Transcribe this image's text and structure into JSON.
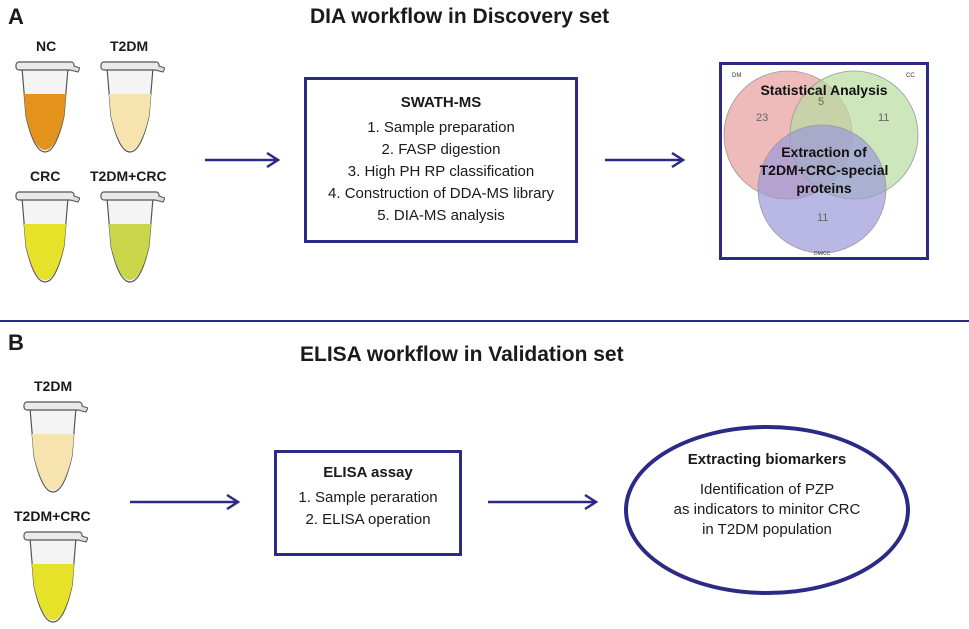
{
  "panel_a": {
    "letter": "A",
    "title": "DIA workflow in Discovery set",
    "tubes": [
      {
        "label": "NC",
        "color": "#e3921c"
      },
      {
        "label": "T2DM",
        "color": "#f6e3ae"
      },
      {
        "label": "CRC",
        "color": "#e6e22a"
      },
      {
        "label": "T2DM+CRC",
        "color": "#c9d649"
      }
    ],
    "swath_box": {
      "title": "SWATH-MS",
      "steps": [
        "1. Sample preparation",
        "2. FASP digestion",
        "3. High PH RP classification",
        "4. Construction of DDA-MS library",
        "5. DIA-MS analysis"
      ]
    },
    "venn": {
      "set_labels": [
        "DM",
        "CC",
        "DM/CC"
      ],
      "counts": [
        "23",
        "5",
        "11",
        "11"
      ],
      "title1": "Statistical Analysis",
      "title2_lines": [
        "Extraction of",
        "T2DM+CRC-special",
        "proteins"
      ],
      "colors": {
        "dm": "#e8a3a3",
        "cc": "#b8dba0",
        "dmcc": "#9b9ad8"
      }
    }
  },
  "panel_b": {
    "letter": "B",
    "title": "ELISA workflow in Validation set",
    "tubes": [
      {
        "label": "T2DM",
        "color": "#f6e3ae"
      },
      {
        "label": "T2DM+CRC",
        "color": "#e6e22a"
      }
    ],
    "elisa_box": {
      "title": "ELISA assay",
      "steps": [
        "1. Sample perar​ation",
        "2. ELISA operation"
      ]
    },
    "ellipse": {
      "title": "Extracting biomarkers",
      "lines": [
        "Identification of PZP",
        "as indicators to minitor CRC",
        "in T2DM population"
      ]
    }
  },
  "colors": {
    "accent": "#2b2a86"
  }
}
